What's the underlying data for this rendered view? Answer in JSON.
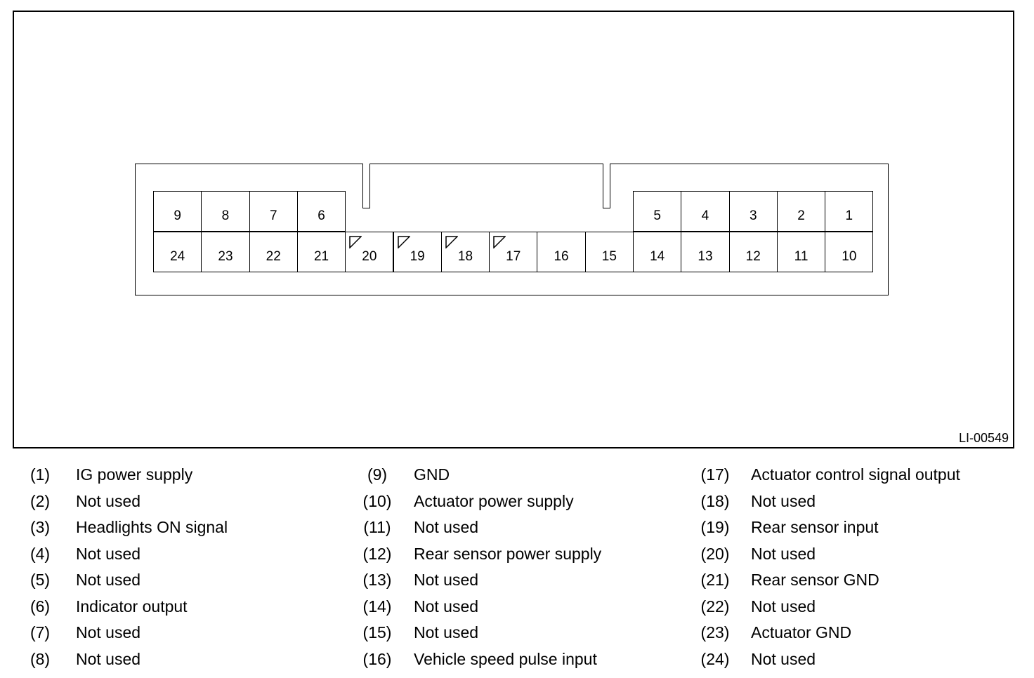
{
  "drawing_id": "LI-00549",
  "connector": {
    "top_row": [
      "9",
      "8",
      "7",
      "6",
      "",
      "",
      "",
      "",
      "",
      "",
      "5",
      "4",
      "3",
      "2",
      "1"
    ],
    "bottom_row": [
      "24",
      "23",
      "22",
      "21",
      "20",
      "19",
      "18",
      "17",
      "16",
      "15",
      "14",
      "13",
      "12",
      "11",
      "10"
    ],
    "marked_terminals": [
      "20",
      "19",
      "18",
      "17"
    ]
  },
  "legend": {
    "col1": [
      {
        "code": "(1)",
        "desc": "IG power supply"
      },
      {
        "code": "(2)",
        "desc": "Not used"
      },
      {
        "code": "(3)",
        "desc": "Headlights ON signal"
      },
      {
        "code": "(4)",
        "desc": "Not used"
      },
      {
        "code": "(5)",
        "desc": "Not used"
      },
      {
        "code": "(6)",
        "desc": "Indicator output"
      },
      {
        "code": "(7)",
        "desc": "Not used"
      },
      {
        "code": "(8)",
        "desc": "Not used"
      }
    ],
    "col2": [
      {
        "code": "(9)",
        "desc": "GND"
      },
      {
        "code": "(10)",
        "desc": "Actuator power supply"
      },
      {
        "code": "(11)",
        "desc": "Not used"
      },
      {
        "code": "(12)",
        "desc": "Rear sensor power supply"
      },
      {
        "code": "(13)",
        "desc": "Not used"
      },
      {
        "code": "(14)",
        "desc": "Not used"
      },
      {
        "code": "(15)",
        "desc": "Not used"
      },
      {
        "code": "(16)",
        "desc": "Vehicle speed pulse input"
      }
    ],
    "col3": [
      {
        "code": "(17)",
        "desc": "Actuator control signal output"
      },
      {
        "code": "(18)",
        "desc": "Not used"
      },
      {
        "code": "(19)",
        "desc": "Rear sensor input"
      },
      {
        "code": "(20)",
        "desc": "Not used"
      },
      {
        "code": "(21)",
        "desc": "Rear sensor GND"
      },
      {
        "code": "(22)",
        "desc": "Not used"
      },
      {
        "code": "(23)",
        "desc": "Actuator GND"
      },
      {
        "code": "(24)",
        "desc": "Not used"
      }
    ]
  }
}
